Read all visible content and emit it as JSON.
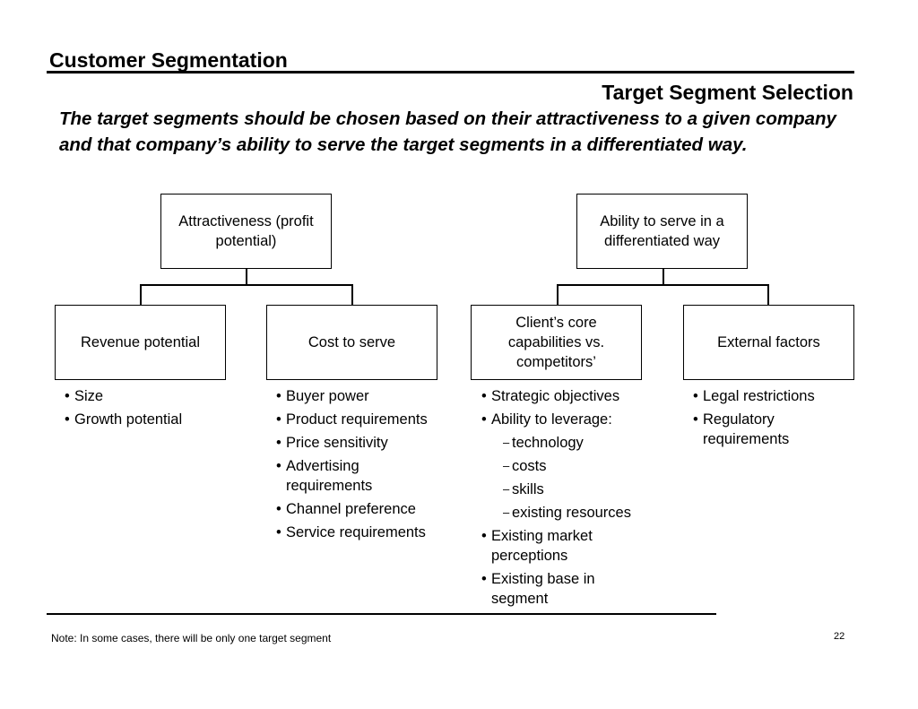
{
  "header": {
    "title": "Customer Segmentation",
    "subtitle": "Target Segment Selection"
  },
  "intro": "The target segments should be chosen based on their attractiveness to a given company and that company’s ability to serve the target segments in a differentiated way.",
  "tree": {
    "left_parent": "Attractiveness (profit potential)",
    "right_parent": "Ability to serve in a differentiated way",
    "children": [
      {
        "label": "Revenue potential",
        "bullets": [
          "Size",
          "Growth potential"
        ]
      },
      {
        "label": "Cost to serve",
        "bullets": [
          "Buyer power",
          "Product requirements",
          "Price sensitivity",
          "Advertising requirements",
          "Channel preference",
          "Service requirements"
        ]
      },
      {
        "label": "Client’s core capabilities vs. competitors’",
        "bullets": [
          "Strategic objectives",
          "Ability to leverage:"
        ],
        "sub_bullets": [
          "technology",
          "costs",
          "skills",
          "existing resources"
        ],
        "bullets_after": [
          "Existing market perceptions",
          "Existing base in segment"
        ]
      },
      {
        "label": "External factors",
        "bullets": [
          "Legal restrictions",
          "Regulatory requirements"
        ]
      }
    ]
  },
  "footer": {
    "note": "Note:  In some cases, there will be only one target segment",
    "page_number": "22"
  }
}
